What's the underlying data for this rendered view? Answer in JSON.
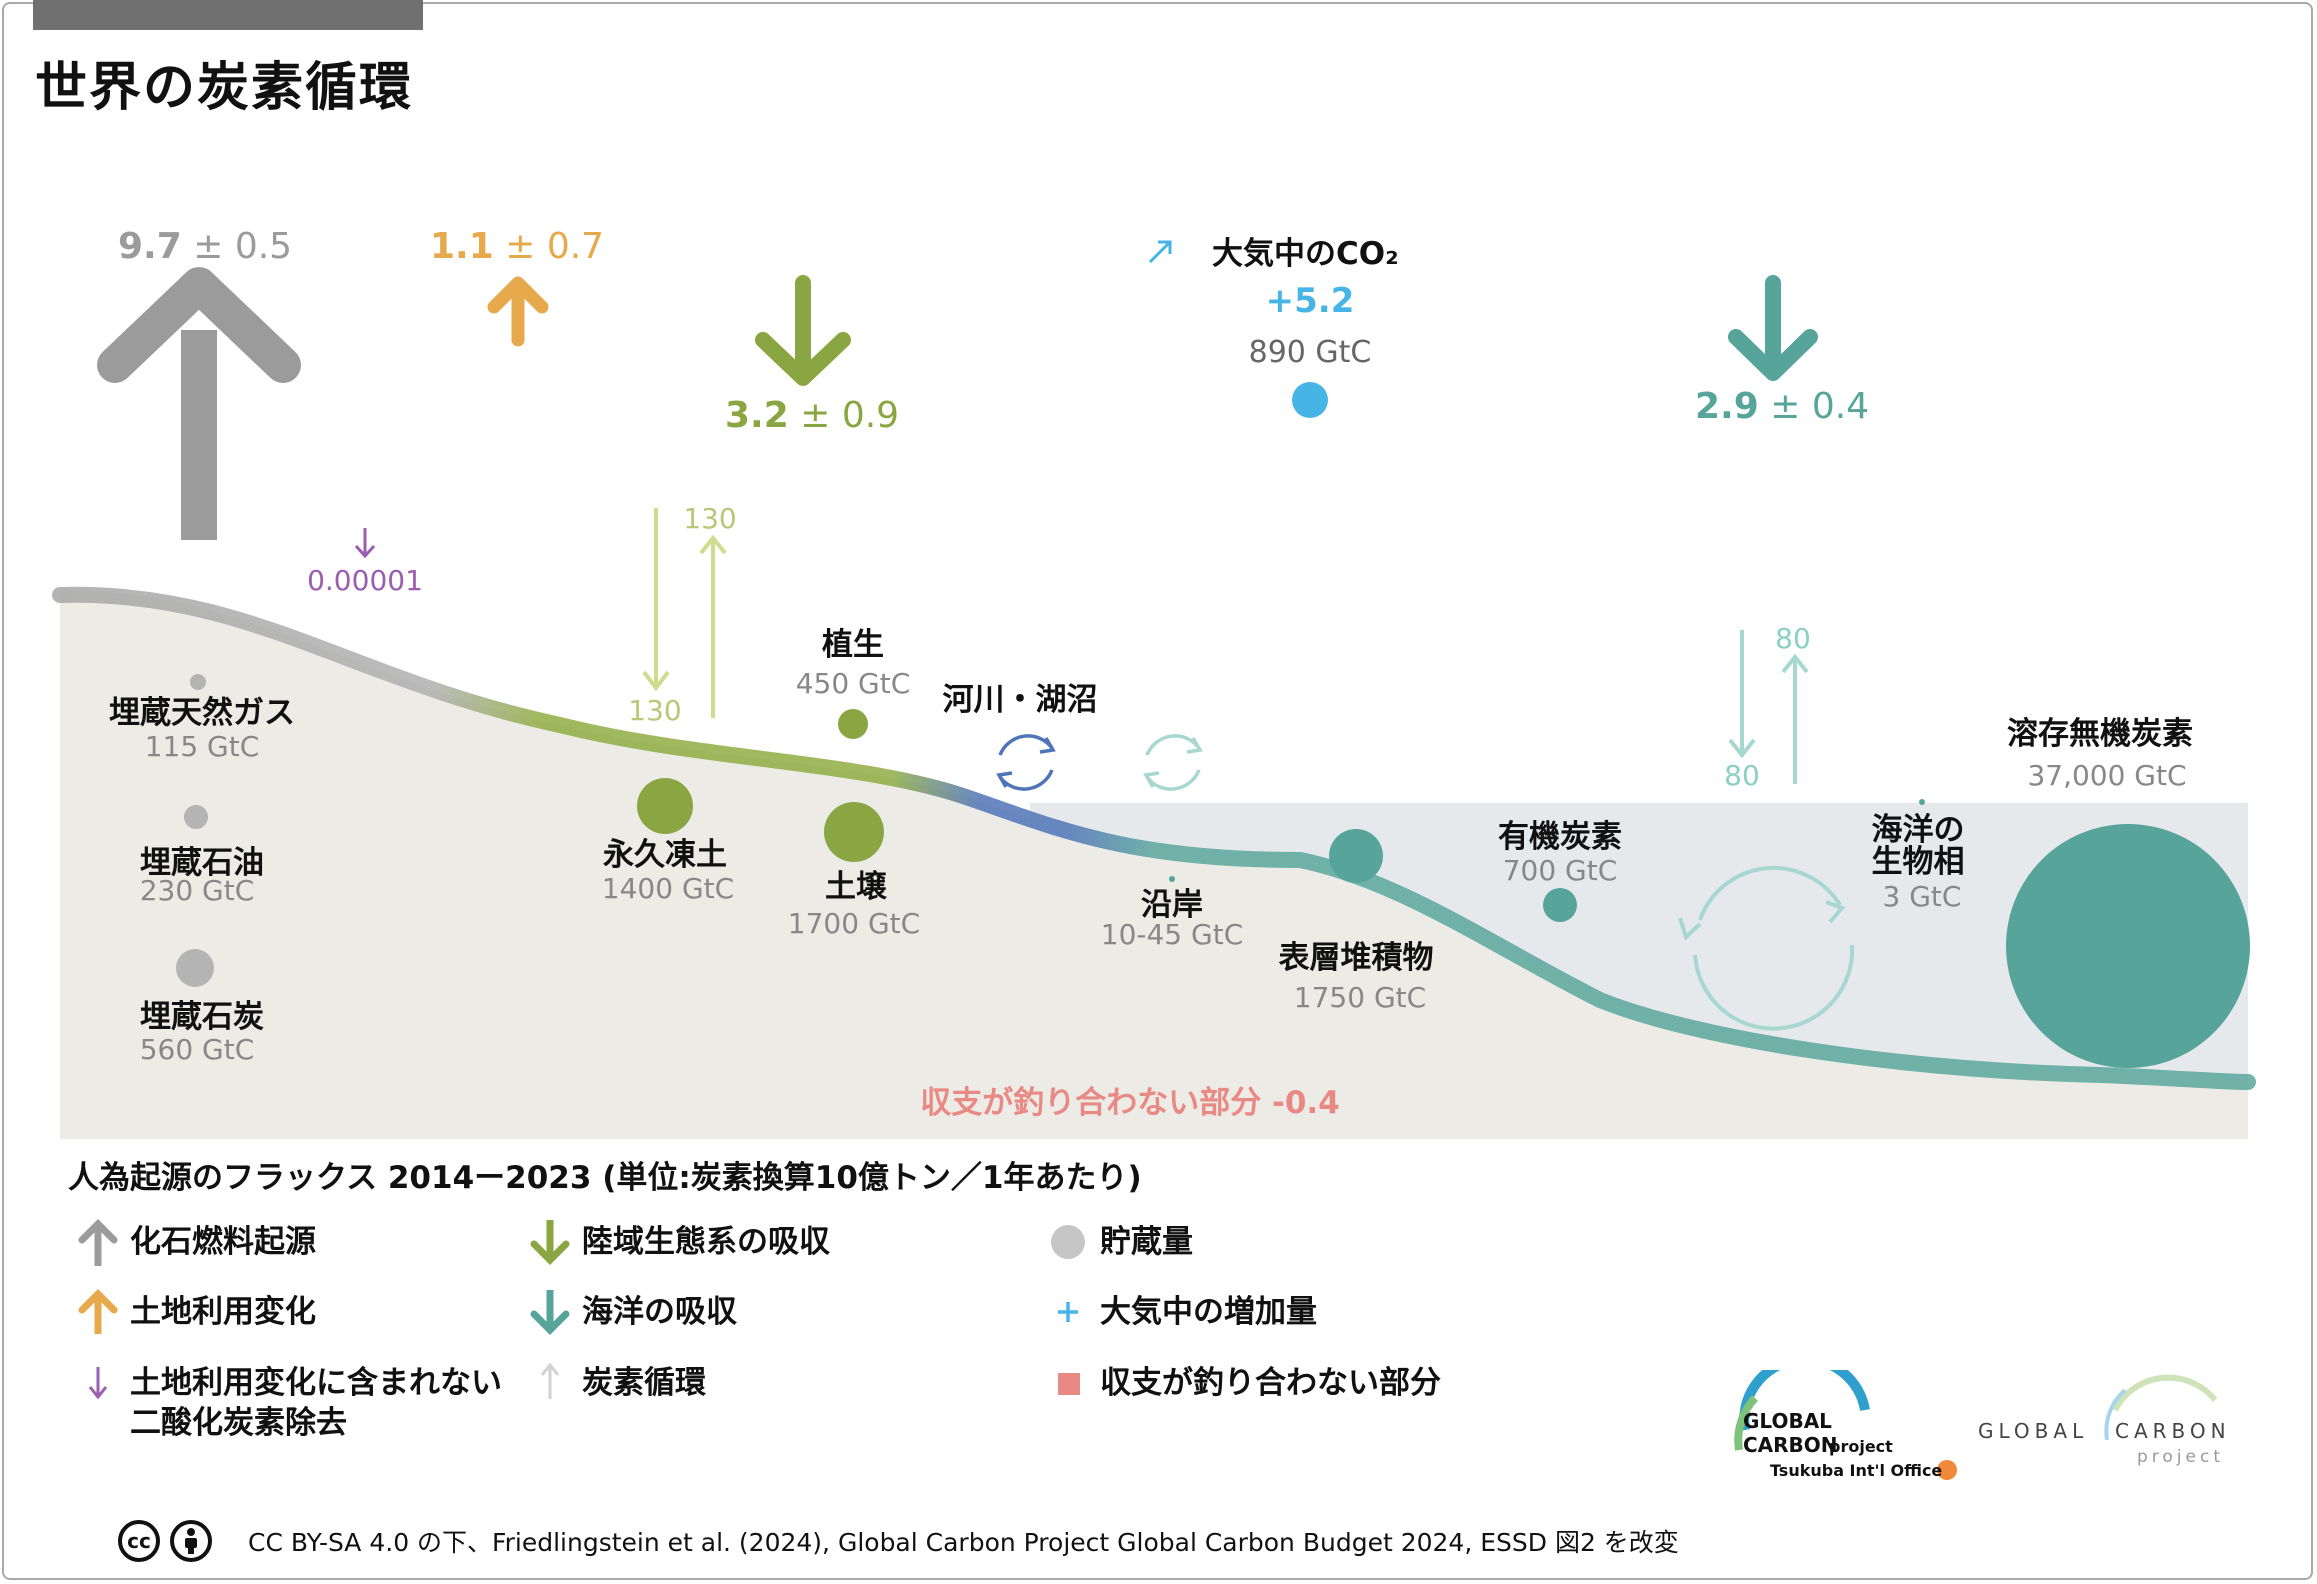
{
  "title": "世界の炭素循環",
  "fluxes": {
    "fossil": {
      "value": "9.7",
      "unc": " ± 0.5"
    },
    "land_use": {
      "value": "1.1",
      "unc": "  ± 0.7"
    },
    "land_sink": {
      "value": "3.2",
      "unc": " ± 0.9"
    },
    "ocean_sink": {
      "value": "2.9",
      "unc": " ± 0.4"
    },
    "atmosphere": {
      "label": "大気中のCO₂",
      "growth": "+5.2",
      "stock": "890 GtC"
    },
    "cdr": "0.00001",
    "land_cycle_down": "130",
    "land_cycle_up": "130",
    "ocean_cycle_down": "80",
    "ocean_cycle_up": "80",
    "imbalance": "収支が釣り合わない部分 -0.4"
  },
  "stocks": {
    "gas": {
      "name": "埋蔵天然ガス",
      "value": "115 GtC"
    },
    "oil": {
      "name": "埋蔵石油",
      "value": "230 GtC"
    },
    "coal": {
      "name": "埋蔵石炭",
      "value": "560 GtC"
    },
    "permafrost": {
      "name": "永久凍土",
      "value": "1400 GtC"
    },
    "vegetation": {
      "name": "植生",
      "value": "450 GtC"
    },
    "soil": {
      "name": "土壌",
      "value": "1700 GtC"
    },
    "rivers": {
      "name": "河川・湖沼"
    },
    "coastal": {
      "name": "沿岸",
      "value": "10-45 GtC"
    },
    "sediments": {
      "name": "表層堆積物",
      "value": "1750 GtC"
    },
    "organic": {
      "name": "有機炭素",
      "value": "700 GtC"
    },
    "marine_biota": {
      "name_line1": "海洋の",
      "name_line2": "生物相",
      "value": "3 GtC"
    },
    "dic": {
      "name": "溶存無機炭素",
      "value": "37,000 GtC"
    }
  },
  "legend": {
    "heading": "人為起源のフラックス 2014ー2023 (単位:炭素換算10億トン／1年あたり)",
    "fossil": "化石燃料起源",
    "land_use": "土地利用変化",
    "cdr_line1": "土地利用変化に含まれない",
    "cdr_line2": "二酸化炭素除去",
    "land_sink": "陸域生態系の吸収",
    "ocean_sink": "海洋の吸収",
    "cycle": "炭素循環",
    "stocks": "貯蔵量",
    "atm_growth": "大気中の増加量",
    "imbalance": "収支が釣り合わない部分"
  },
  "logos": {
    "gcp_tsukuba_line1": "GLOBAL",
    "gcp_tsukuba_line2": "CARBON",
    "gcp_tsukuba_project": "project",
    "gcp_tsukuba_line3": "Tsukuba Int'l Office",
    "gcp_word1": "GLOBAL",
    "gcp_word2": "CARBON",
    "gcp_word3": "project"
  },
  "footer": {
    "cc": "cc",
    "text": "CC BY-SA 4.0 の下、Friedlingstein et al. (2024), Global Carbon Project Global Carbon Budget 2024, ESSD 図2 を改変"
  },
  "colors": {
    "fossil": "#9b9b9b",
    "land_use": "#e6a94b",
    "land": "#8aa642",
    "ocean": "#56a49a",
    "atmosphere": "#46b5e6",
    "cdr": "#9a5fb0",
    "imbalance": "#e88a83",
    "cycle_land": "#cfdb8f",
    "cycle_ocean": "#a6d8cf",
    "river": "#4f74b8"
  }
}
